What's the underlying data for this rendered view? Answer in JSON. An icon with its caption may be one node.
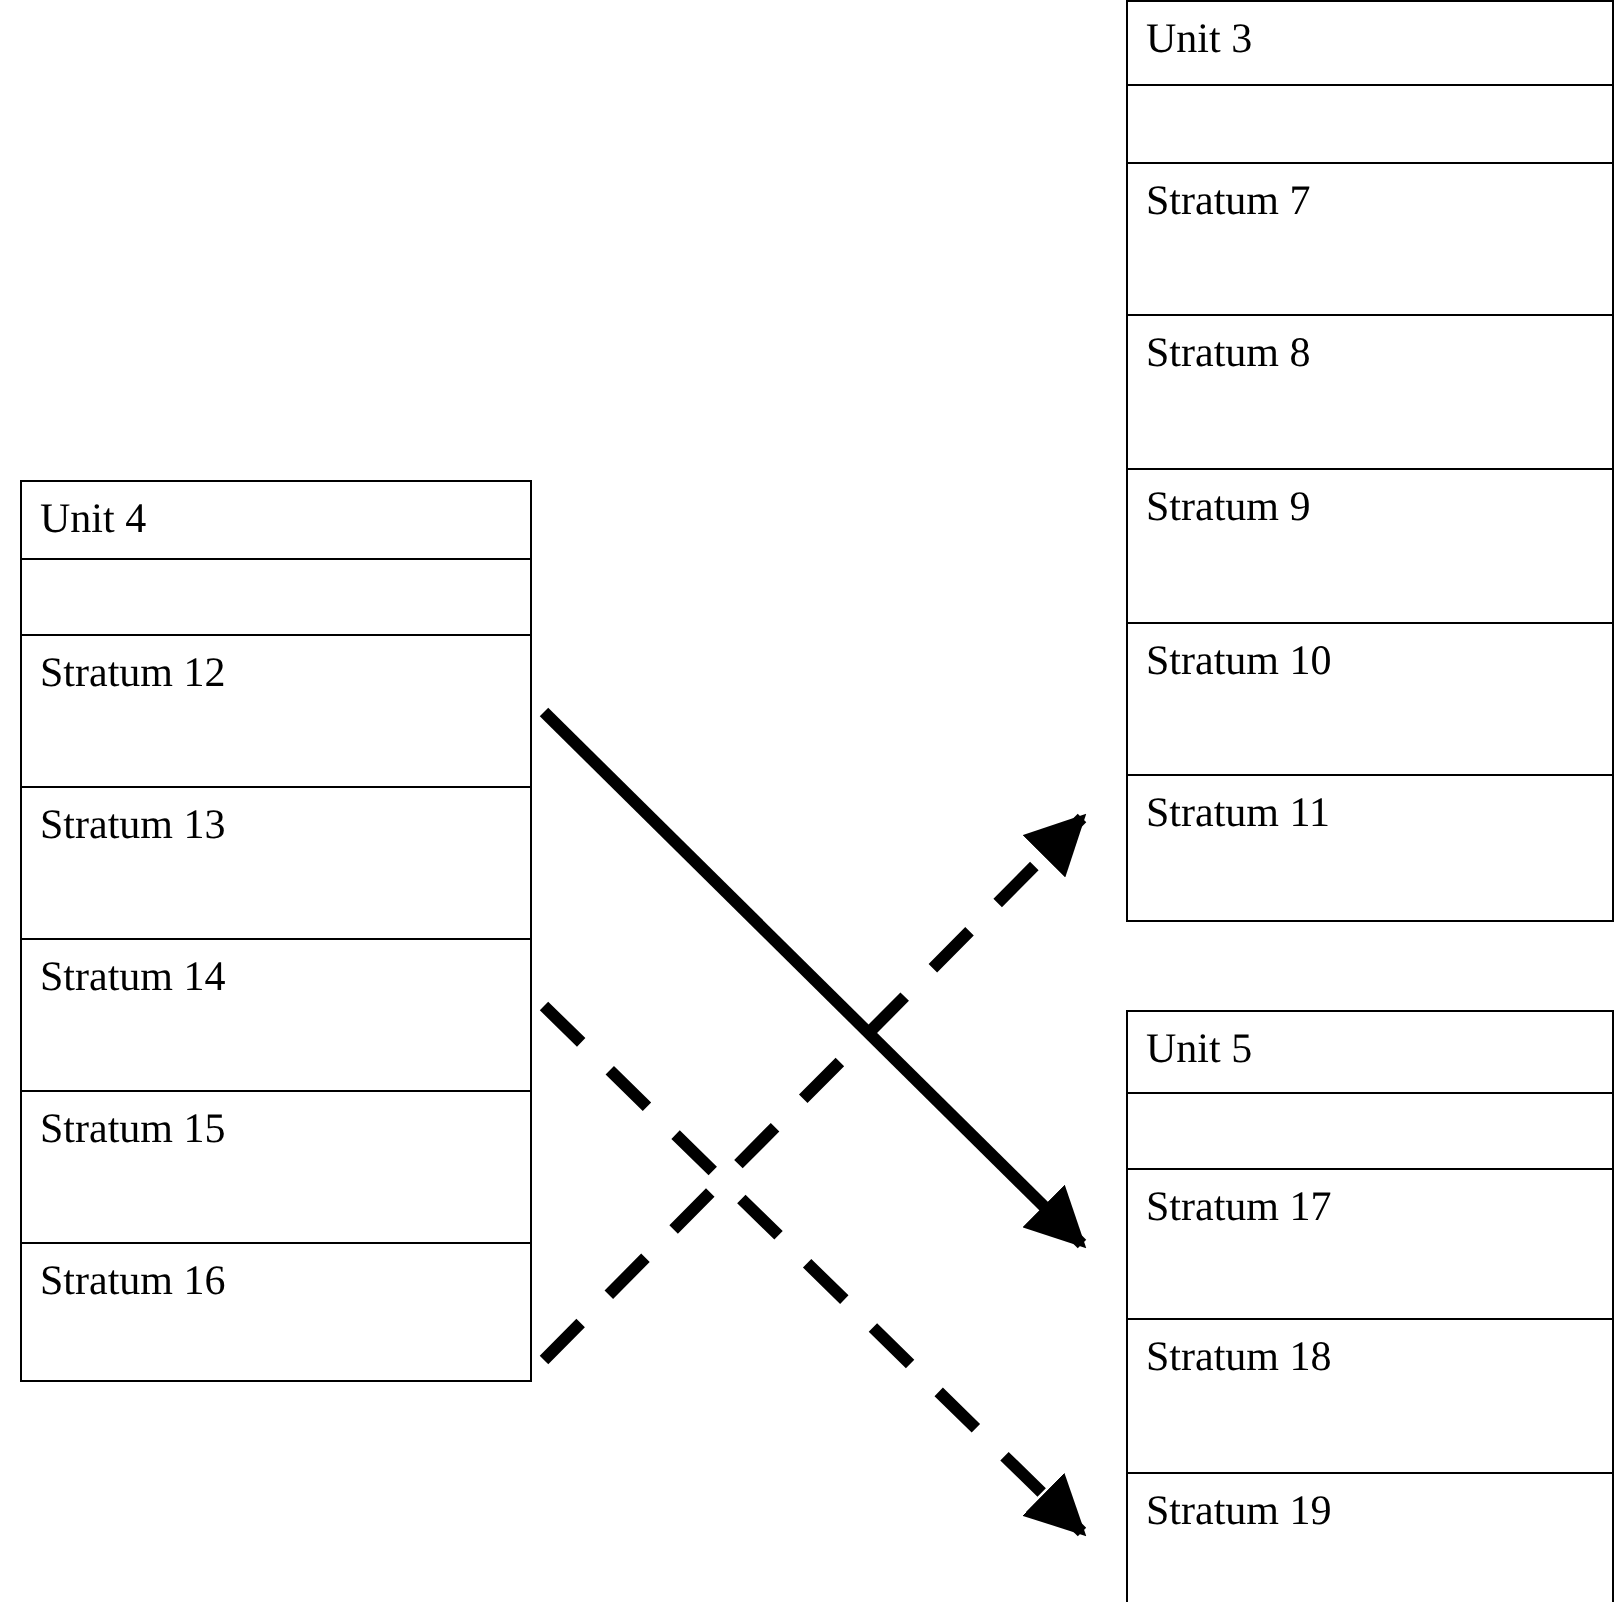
{
  "diagram": {
    "nodes": [
      {
        "text": [
          "Unit 4"
        ]
      },
      {
        "text": [],
        "shape": "box",
        "in": 0
      },
      {
        "text": [
          "Stratum 12"
        ],
        "in": 0
      },
      {
        "text": [
          "Stratum 13"
        ],
        "in": 0
      },
      {
        "text": [
          "Stratum 14"
        ],
        "in": 0
      },
      {
        "text": [
          "Stratum 15"
        ],
        "in": 0
      },
      {
        "text": [
          "Stratum 16"
        ],
        "in": 0
      },
      {
        "text": [
          "Unit 3"
        ]
      },
      {
        "text": [],
        "shape": "box",
        "in": 7
      },
      {
        "text": [
          "Stratum 7"
        ],
        "in": 7
      },
      {
        "text": [
          "Stratum 8"
        ],
        "in": 7
      },
      {
        "text": [
          "Stratum 9"
        ],
        "in": 7
      },
      {
        "text": [
          "Stratum 10"
        ],
        "in": 7
      },
      {
        "text": [
          "Stratum 11"
        ],
        "in": 7
      },
      {
        "text": [
          "Unit 5"
        ]
      },
      {
        "text": [],
        "shape": "box",
        "in": 14
      },
      {
        "text": [
          "Stratum 17"
        ],
        "in": 14
      },
      {
        "text": [
          "Stratum 18"
        ],
        "in": 14
      },
      {
        "text": [
          "Stratum 19"
        ],
        "in": 14
      }
    ],
    "edges": [
      {
        "from": 2,
        "to": 16,
        "arrow": "to"
      },
      {
        "from": 4,
        "to": 18,
        "arrow": "to",
        "style": "dashed"
      },
      {
        "from": 6,
        "to": 13,
        "arrow": "to",
        "style": "dashed"
      }
    ]
  }
}
